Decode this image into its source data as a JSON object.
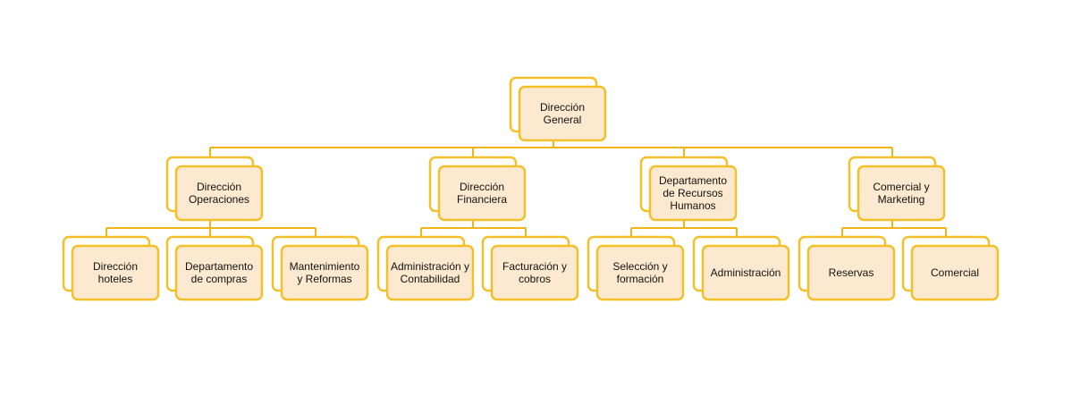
{
  "org_chart": {
    "root": {
      "lines": [
        "Dirección",
        "General"
      ]
    },
    "departments": [
      {
        "lines": [
          "Dirección",
          "Operaciones"
        ],
        "children": [
          {
            "lines": [
              "Dirección",
              "hoteles"
            ]
          },
          {
            "lines": [
              "Departamento",
              "de compras"
            ]
          },
          {
            "lines": [
              "Mantenimiento",
              "y Reformas"
            ]
          }
        ]
      },
      {
        "lines": [
          "Dirección",
          "Financiera"
        ],
        "children": [
          {
            "lines": [
              "Administración  y",
              "Contabilidad"
            ]
          },
          {
            "lines": [
              "Facturación y",
              "cobros"
            ]
          }
        ]
      },
      {
        "lines": [
          "Departamento",
          "de Recursos",
          "Humanos"
        ],
        "children": [
          {
            "lines": [
              "Selección y",
              "formación"
            ]
          },
          {
            "lines": [
              "Administración"
            ]
          }
        ]
      },
      {
        "lines": [
          "Comercial y",
          "Marketing"
        ],
        "children": [
          {
            "lines": [
              "Reservas"
            ]
          },
          {
            "lines": [
              "Comercial"
            ]
          }
        ]
      }
    ]
  },
  "colors": {
    "box_border": "#f3c02a",
    "box_fill": "#fde9cf",
    "connector": "#f0b419",
    "text": "#111111"
  }
}
